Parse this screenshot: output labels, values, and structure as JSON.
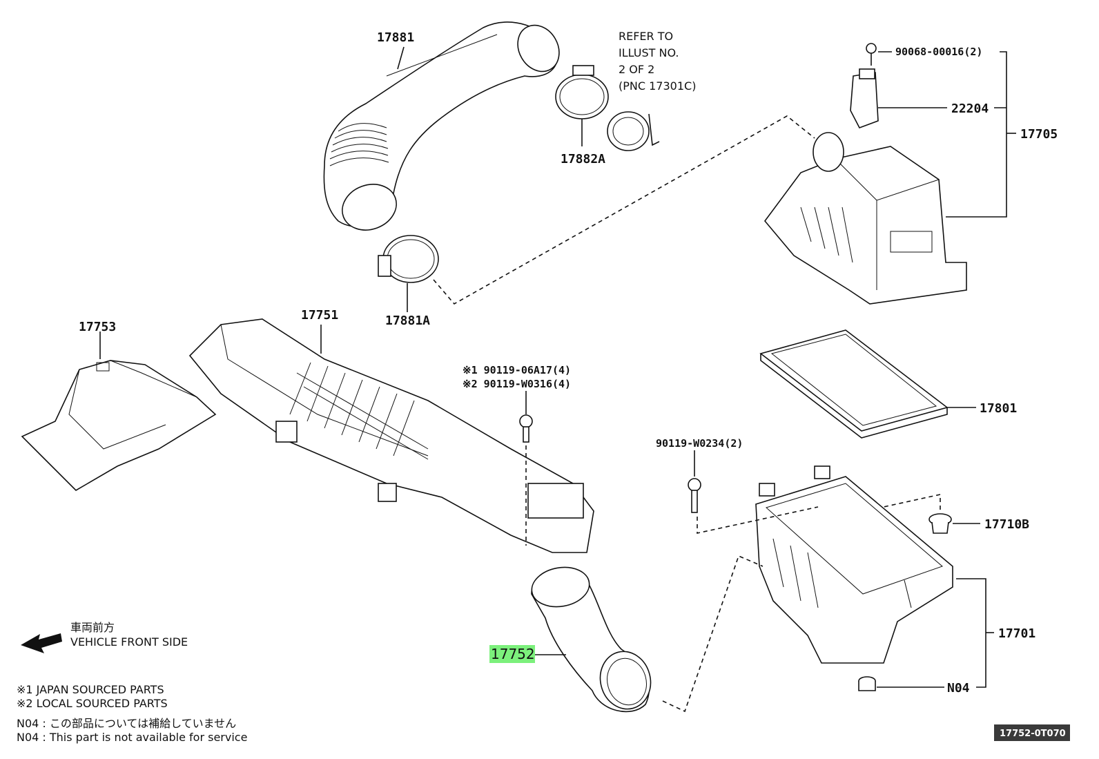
{
  "parts": {
    "p17881": "17881",
    "p17882A": "17882A",
    "p17881A": "17881A",
    "p17705": "17705",
    "p22204": "22204",
    "p90068": "90068-00016(2)",
    "p17751": "17751",
    "p17753": "17753",
    "p17801": "17801",
    "p90119_w0234": "90119-W0234(2)",
    "p17710B": "17710B",
    "p17701": "17701",
    "p17752": "17752",
    "pN04": "N04"
  },
  "refer_note": {
    "line1": "REFER TO",
    "line2": "ILLUST NO.",
    "line3": "2 OF 2",
    "line4": "(PNC 17301C)"
  },
  "bolt_note": {
    "line1": "※1 90119-06A17(4)",
    "line2": "※2 90119-W0316(4)"
  },
  "direction": {
    "jp": "車両前方",
    "en": "VEHICLE FRONT SIDE"
  },
  "legend": {
    "l1": "※1 JAPAN SOURCED PARTS",
    "l2": "※2 LOCAL SOURCED PARTS",
    "l3": "N04 : この部品については補給していません",
    "l4": "N04 : This part is not available for service"
  },
  "footer_code": "17752-0T070",
  "highlight_color": "#7cf07c"
}
